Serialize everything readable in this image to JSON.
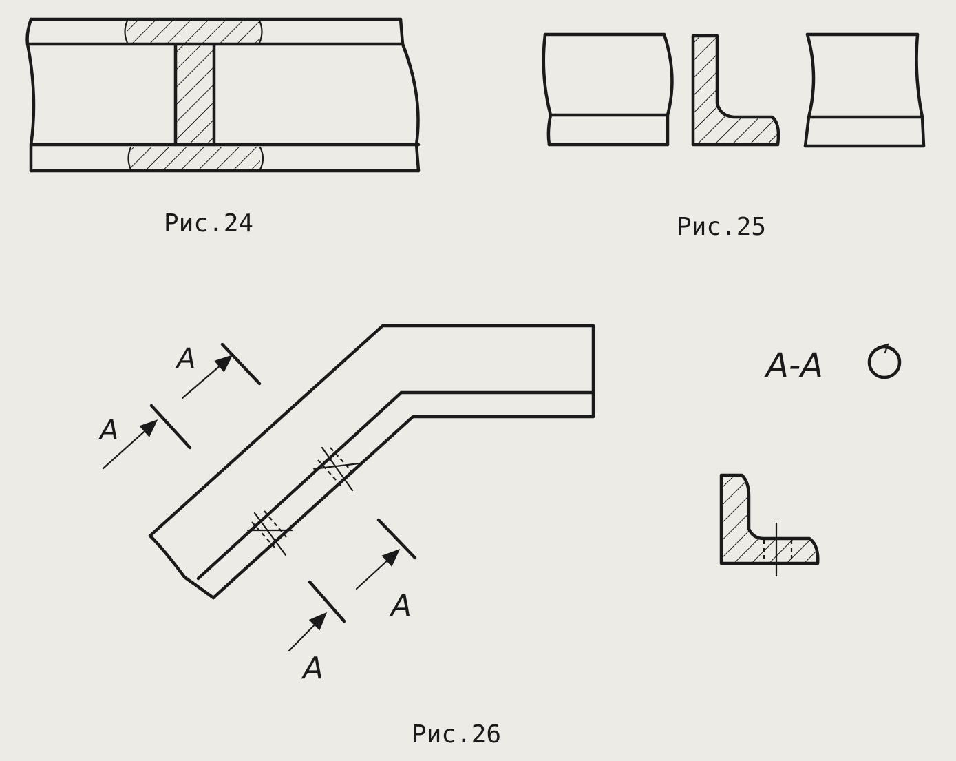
{
  "figures": [
    {
      "id": "fig24",
      "caption": "Рис.24"
    },
    {
      "id": "fig25",
      "caption": "Рис.25"
    },
    {
      "id": "fig26",
      "caption": "Рис.26"
    }
  ],
  "section": {
    "letter": "А",
    "title": "А-А",
    "rotation_mark": "rotation-icon"
  },
  "colors": {
    "paper": "#ecebe6",
    "ink": "#1a1a1a"
  }
}
